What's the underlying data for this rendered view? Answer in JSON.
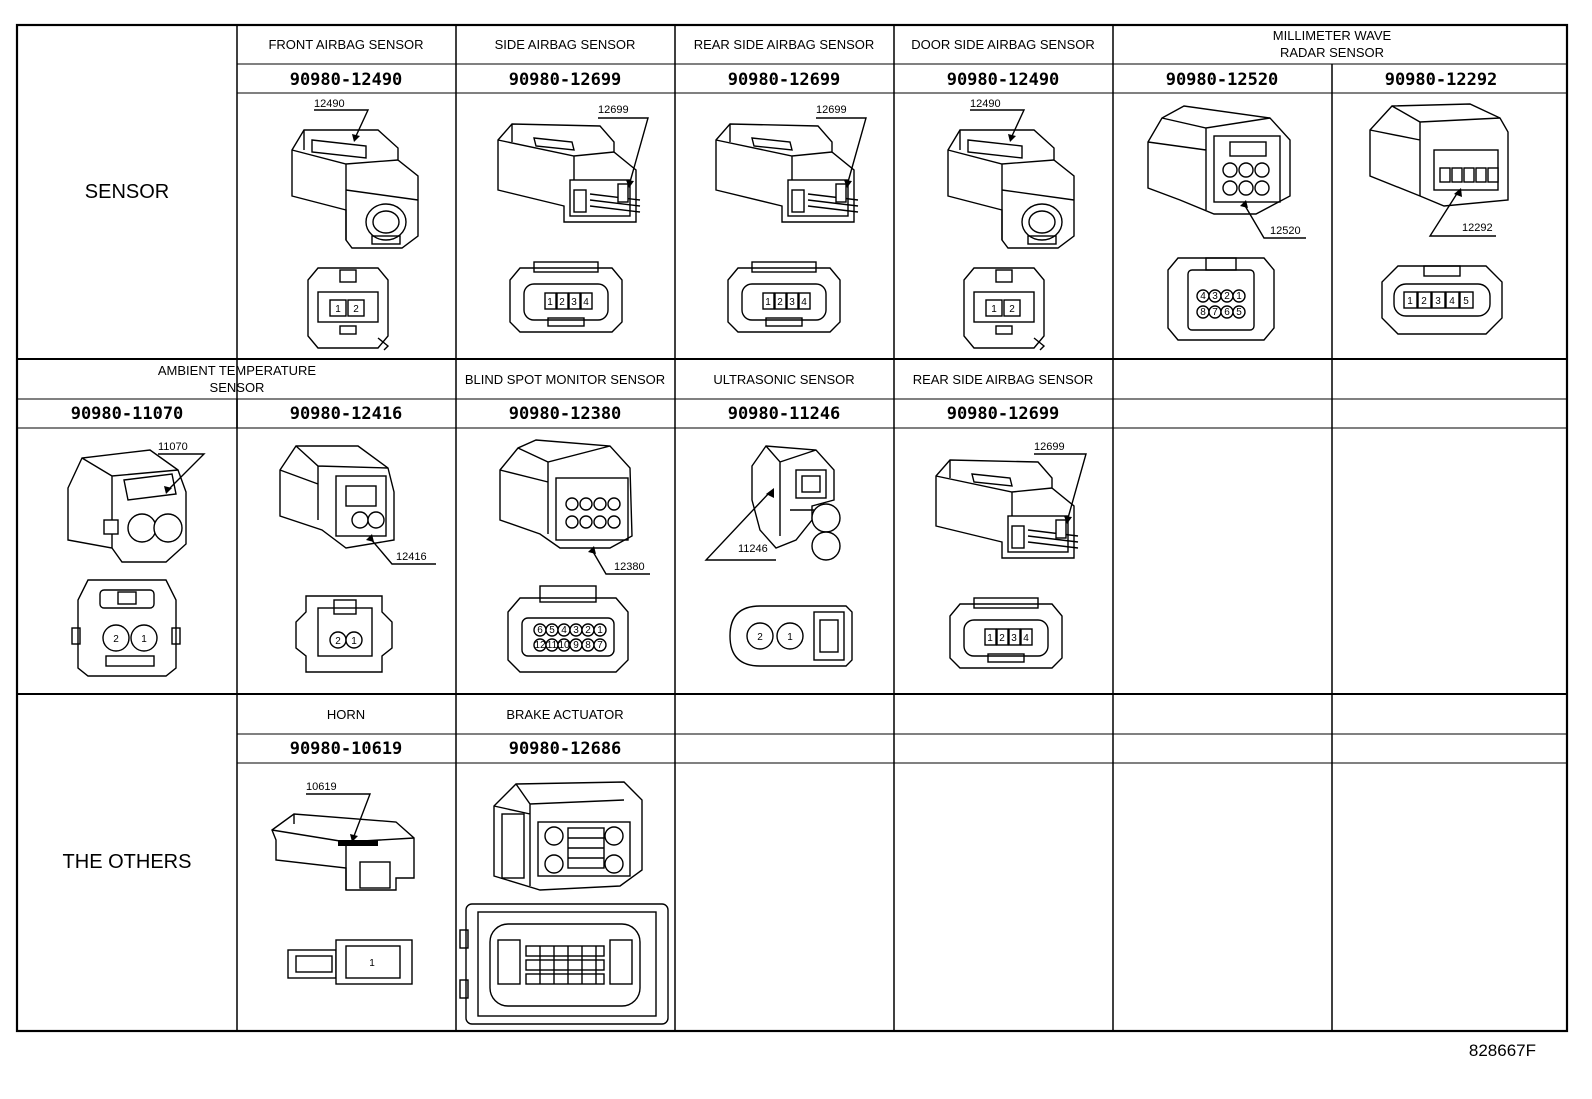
{
  "sections": {
    "sensor": "SENSOR",
    "others": "THE OTHERS"
  },
  "row1": [
    {
      "label": "FRONT AIRBAG SENSOR",
      "part": "90980-12490",
      "callout": "12490",
      "pins": [
        "1",
        "2"
      ]
    },
    {
      "label": "SIDE AIRBAG SENSOR",
      "part": "90980-12699",
      "callout": "12699",
      "pins": [
        "1",
        "2",
        "3",
        "4"
      ]
    },
    {
      "label": "REAR SIDE AIRBAG SENSOR",
      "part": "90980-12699",
      "callout": "12699",
      "pins": [
        "1",
        "2",
        "3",
        "4"
      ]
    },
    {
      "label": "DOOR SIDE AIRBAG SENSOR",
      "part": "90980-12490",
      "callout": "12490",
      "pins": [
        "1",
        "2"
      ]
    },
    {
      "label_lines": [
        "MILLIMETER WAVE",
        "RADAR SENSOR"
      ],
      "part": "90980-12520",
      "callout": "12520",
      "pins": [
        "4",
        "3",
        "2",
        "1",
        "8",
        "7",
        "6",
        "5"
      ]
    },
    {
      "part": "90980-12292",
      "callout": "12292",
      "pins": [
        "1",
        "2",
        "3",
        "4",
        "5"
      ]
    }
  ],
  "row2": [
    {
      "label_lines": [
        "AMBIENT TEMPERATURE",
        "SENSOR"
      ],
      "part": "90980-11070",
      "callout": "11070",
      "pins": [
        "2",
        "1"
      ]
    },
    {
      "part": "90980-12416",
      "callout": "12416",
      "pins": [
        "2",
        "1"
      ]
    },
    {
      "label": "BLIND SPOT MONITOR SENSOR",
      "part": "90980-12380",
      "callout": "12380",
      "pins": [
        "6",
        "5",
        "4",
        "3",
        "2",
        "1",
        "12",
        "11",
        "10",
        "9",
        "8",
        "7"
      ]
    },
    {
      "label": "ULTRASONIC SENSOR",
      "part": "90980-11246",
      "callout": "11246",
      "pins": [
        "2",
        "1"
      ]
    },
    {
      "label": "REAR SIDE AIRBAG SENSOR",
      "part": "90980-12699",
      "callout": "12699",
      "pins": [
        "1",
        "2",
        "3",
        "4"
      ]
    }
  ],
  "row3": [
    {
      "label": "HORN",
      "part": "90980-10619",
      "callout": "10619",
      "pins": [
        "1"
      ]
    },
    {
      "label": "BRAKE ACTUATOR",
      "part": "90980-12686"
    }
  ],
  "figure_id": "828667F"
}
